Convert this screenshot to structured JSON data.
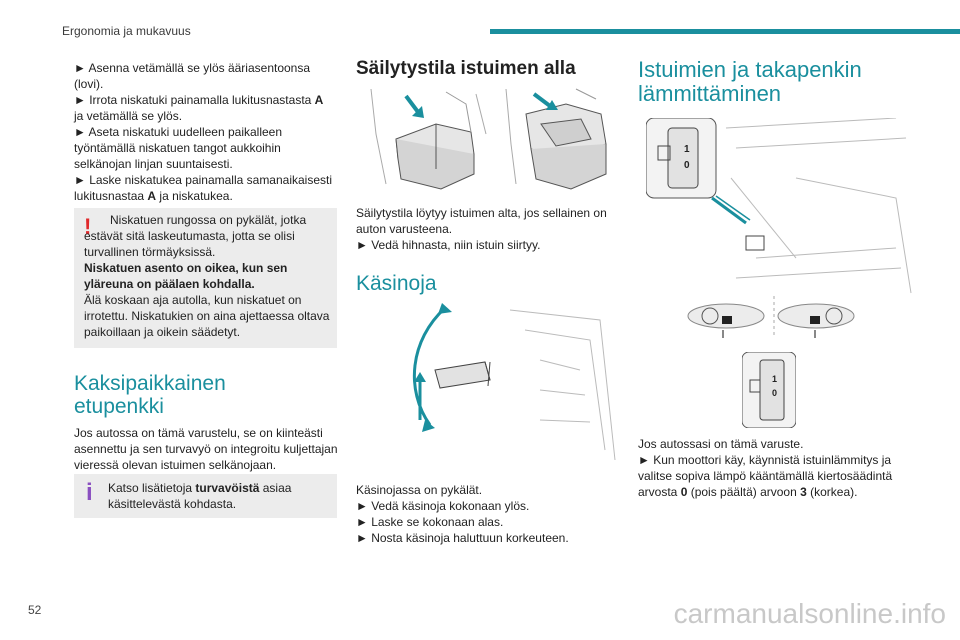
{
  "header": {
    "section_title": "Ergonomia ja mukavuus",
    "accent_color": "#1a8f9e"
  },
  "left_column": {
    "steps": [
      "► Asenna vetämällä se ylös ääriasentoonsa (lovi).",
      "► Irrota niskatuki painamalla lukitusnastasta ",
      "ja vetämällä se ylös.",
      "► Aseta niskatuki uudelleen paikalleen työntämällä niskatuen tangot aukkoihin selkänojan linjan suuntaisesti.",
      "► Laske niskatukea painamalla samanaikaisesti lukitusnastaa ",
      " ja niskatukea."
    ],
    "letter_a": "A",
    "warning_note": {
      "icon": "!",
      "icon_color": "#e0282a",
      "text1": "Niskatuen rungossa on pykälät, jotka estävät sitä laskeutumasta, jotta se olisi turvallinen törmäyksissä.",
      "bold_text": "Niskatuen asento on oikea, kun sen yläreuna on päälaen kohdalla.",
      "text2": "Älä koskaan aja autolla, kun niskatuet on irrotettu. Niskatukien on aina ajettaessa oltava paikoillaan ja oikein säädetyt."
    },
    "bench_heading": "Kaksipaikkainen etupenkki",
    "bench_text": "Jos autossa on tämä varustelu, se on kiinteästi asennettu ja sen turvavyö on integroitu kuljettajan vieressä olevan istuimen selkänojaan.",
    "info_note": {
      "icon": "i",
      "icon_color": "#8a4fc0",
      "text_before": "Katso lisätietoja ",
      "bold": "turvavöistä",
      "text_after": " asiaa käsittelevästä kohdasta."
    }
  },
  "middle_column": {
    "storage_heading": "Säilytystila istuimen alla",
    "storage_text1": "Säilytystila löytyy istuimen alta, jos sellainen on auton varusteena.",
    "storage_text2": "► Vedä hihnasta, niin istuin siirtyy.",
    "armrest_heading": "Käsinoja",
    "armrest_steps": [
      "Käsinojassa on pykälät.",
      "► Vedä käsinoja kokonaan ylös.",
      "► Laske se kokonaan alas.",
      "► Nosta käsinoja haluttuun korkeuteen."
    ]
  },
  "right_column": {
    "heating_heading": "Istuimien ja takapenkin lämmittäminen",
    "dial_top": "1",
    "dial_bottom": "0",
    "heating_text1": "Jos autossasi on tämä varuste.",
    "heating_text2_before": "► Kun moottori käy, käynnistä istuinlämmitys ja valitse sopiva lämpö kääntämällä kiertosäädintä arvosta ",
    "heating_value_off": "0",
    "heating_text2_middle": " (pois päältä) arvoon ",
    "heating_value_high": "3",
    "heating_text2_after": " (korkea)."
  },
  "footer": {
    "page_number": "52",
    "watermark": "carmanualsonline.info"
  }
}
